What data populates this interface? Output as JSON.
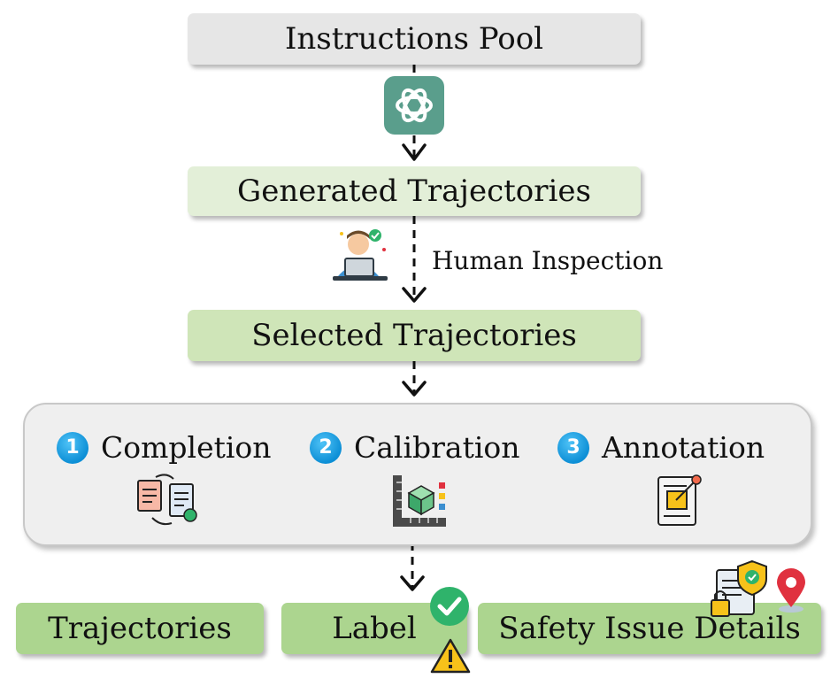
{
  "nodes": {
    "pool": "Instructions Pool",
    "generated": "Generated Trajectories",
    "selected": "Selected Trajectories"
  },
  "edge_labels": {
    "inspection": "Human Inspection"
  },
  "process_steps": [
    {
      "number": "1",
      "label": "Completion",
      "icon": "documents-swap-icon"
    },
    {
      "number": "2",
      "label": "Calibration",
      "icon": "calibration-ruler-cube-icon"
    },
    {
      "number": "3",
      "label": "Annotation",
      "icon": "annotated-document-icon"
    }
  ],
  "outputs": {
    "trajectories": "Trajectories",
    "label": "Label",
    "safety": "Safety Issue Details"
  },
  "icons": {
    "llm": "openai-logo-icon",
    "human": "person-at-laptop-icon",
    "check": "green-check-icon",
    "warning": "warning-triangle-icon",
    "security_doc": "document-shield-lock-icon",
    "location": "location-pin-icon"
  },
  "colors": {
    "llm_badge": "#5a9e8c",
    "step_badge": "#0d8fd6",
    "check": "#2fb36b",
    "warning": "#f7c21a",
    "pin": "#e0313f"
  }
}
